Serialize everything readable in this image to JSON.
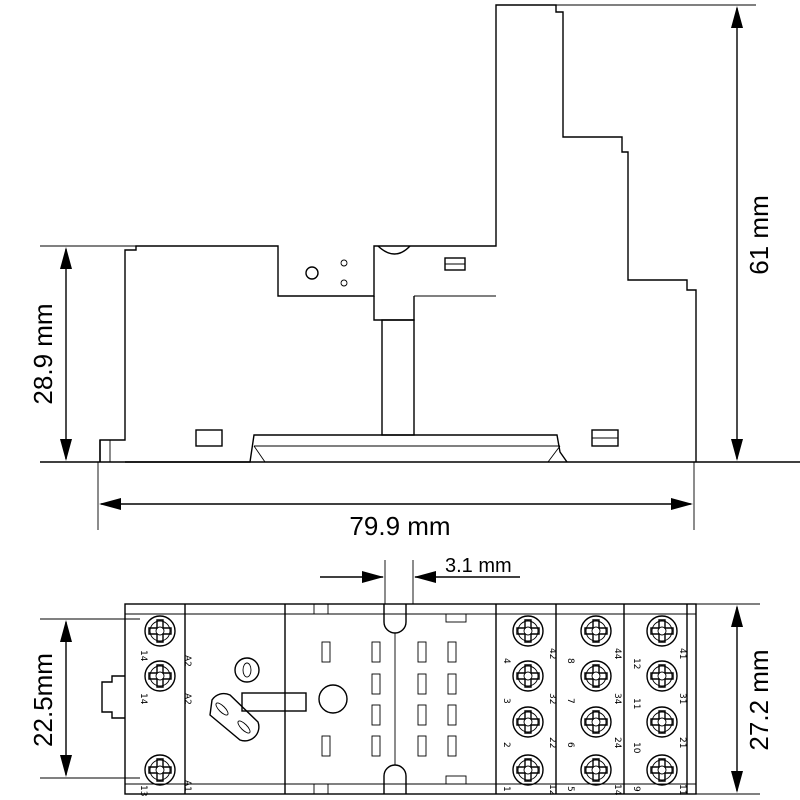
{
  "dimensions": {
    "height_total": "61 mm",
    "height_body": "28.9 mm",
    "width_total": "79.9 mm",
    "pitch": "3.1 mm",
    "depth_rail": "22.5mm",
    "depth_body": "27.2 mm"
  },
  "terminals": {
    "left_column": [
      "A2",
      "14",
      "A2",
      "A1"
    ],
    "left_column_bottom": [
      "14",
      "14",
      "13"
    ],
    "block_1_top": [
      "42",
      "32",
      "22"
    ],
    "block_1_bottom": [
      "4",
      "3",
      "2",
      "1",
      "12"
    ],
    "block_2_top": [
      "44",
      "34",
      "24"
    ],
    "block_2_bottom": [
      "8",
      "7",
      "6",
      "5",
      "14"
    ],
    "block_3_top": [
      "41",
      "31",
      "21"
    ],
    "block_3_bottom": [
      "12",
      "11",
      "10",
      "9",
      "11"
    ]
  },
  "colors": {
    "line": "#000000",
    "background": "#ffffff"
  }
}
